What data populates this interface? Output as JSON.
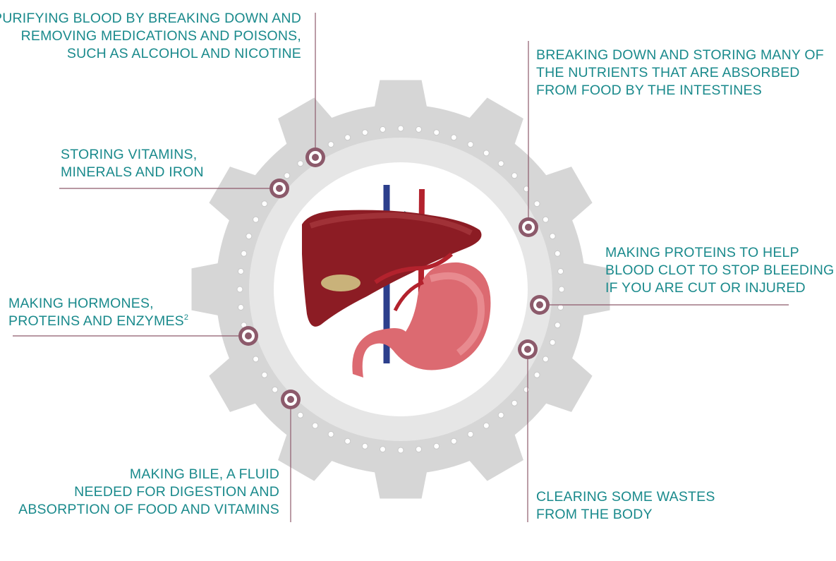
{
  "colors": {
    "label_text": "#1a8a8c",
    "connector_line": "#8e5a6b",
    "marker": "#8c5a6b",
    "gear": "#d6d6d6",
    "gear_ring": "#e8e8e8",
    "inner_circle": "#ffffff"
  },
  "center_image": "liver-and-stomach-illustration",
  "labels": {
    "purifying": {
      "lines": [
        "PURIFYING BLOOD BY BREAKING DOWN AND",
        "REMOVING MEDICATIONS AND POISONS,",
        "SUCH AS ALCOHOL AND NICOTINE"
      ]
    },
    "breaking_down": {
      "lines": [
        "BREAKING DOWN AND STORING MANY OF",
        "THE NUTRIENTS THAT ARE ABSORBED",
        "FROM FOOD BY THE INTESTINES"
      ]
    },
    "storing_vitamins": {
      "lines": [
        "STORING VITAMINS,",
        "MINERALS AND IRON"
      ]
    },
    "making_proteins_clot": {
      "lines": [
        "MAKING PROTEINS TO HELP",
        "BLOOD CLOT TO STOP BLEEDING",
        "IF YOU ARE CUT OR INJURED"
      ]
    },
    "making_hormones": {
      "lines": [
        "MAKING HORMONES,",
        "PROTEINS AND ENZYMES"
      ],
      "footnote": "2"
    },
    "making_bile": {
      "lines": [
        "MAKING BILE, A FLUID",
        "NEEDED FOR DIGESTION AND",
        "ABSORPTION OF FOOD AND VITAMINS"
      ]
    },
    "clearing_wastes": {
      "lines": [
        "CLEARING SOME WASTES",
        "FROM THE BODY"
      ]
    }
  }
}
